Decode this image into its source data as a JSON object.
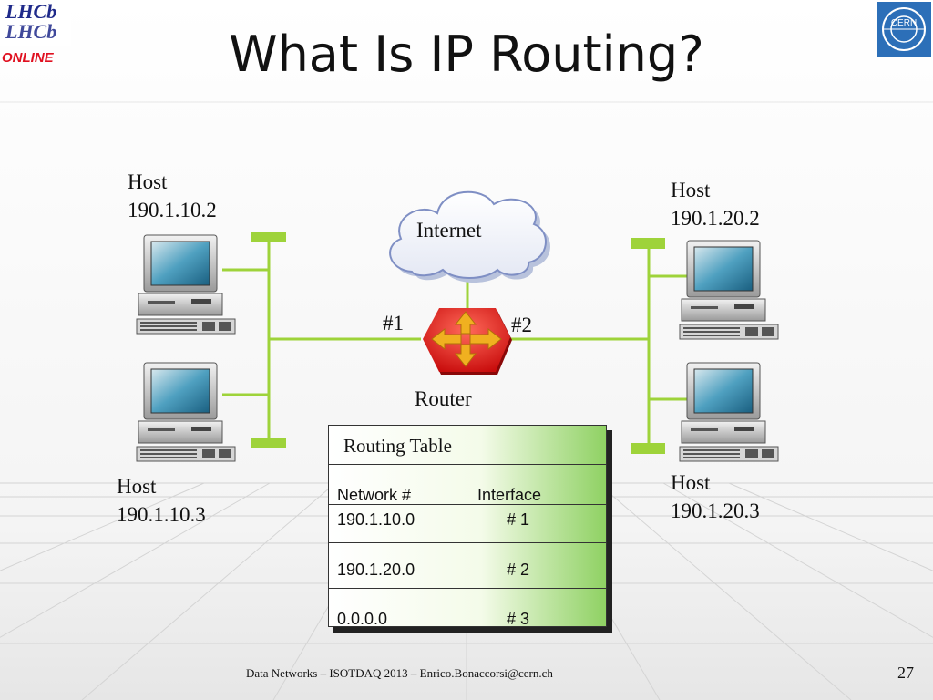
{
  "slide": {
    "title": "What Is IP Routing?",
    "footer": "Data Networks – ISOTDAQ 2013 – Enrico.Bonaccorsi@cern.ch",
    "page_number": "27"
  },
  "logos": {
    "lhcb": {
      "line1": "LHCb",
      "line2": "LHCb",
      "line3": "ONLINE"
    },
    "cern": "CERN"
  },
  "hosts": [
    {
      "label": "Host",
      "address": "190.1.10.2"
    },
    {
      "label": "Host",
      "address": "190.1.10.3"
    },
    {
      "label": "Host",
      "address": "190.1.20.2"
    },
    {
      "label": "Host",
      "address": "190.1.20.3"
    }
  ],
  "internet_label": "Internet",
  "router": {
    "label": "Router",
    "port1": "#1",
    "port2": "#2"
  },
  "routing_table": {
    "title": "Routing Table",
    "headers": [
      "Network #",
      "Interface"
    ],
    "rows": [
      {
        "network": "190.1.10.0",
        "interface": "# 1"
      },
      {
        "network": "190.1.20.0",
        "interface": "# 2"
      },
      {
        "network": "0.0.0.0",
        "interface": "# 3"
      }
    ]
  },
  "colors": {
    "wire": "#9ed33a",
    "router": "#e81818",
    "arrows": "#f0b020",
    "table_accent": "#8fd163"
  }
}
